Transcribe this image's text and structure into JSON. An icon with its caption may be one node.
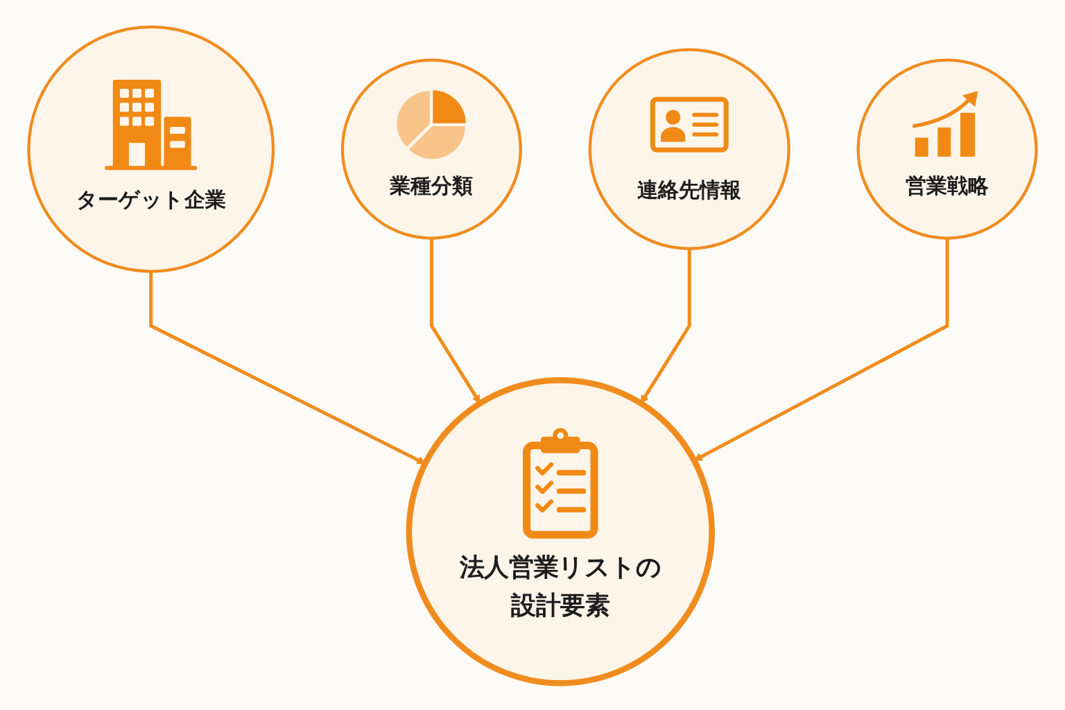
{
  "diagram": {
    "nodes": [
      {
        "text": [
          "ターゲット企業"
        ]
      },
      {
        "text": [
          "業種分類"
        ]
      },
      {
        "text": [
          "法人営業リストの設計要素"
        ]
      },
      {
        "text": [
          "連絡先情報"
        ]
      },
      {
        "text": [
          "営業戦略"
        ]
      }
    ],
    "edges": [
      {
        "from": 0,
        "to": 2,
        "arrow": "to"
      },
      {
        "from": 1,
        "to": 2,
        "arrow": "to"
      },
      {
        "from": 3,
        "to": 2,
        "arrow": "to"
      },
      {
        "from": 4,
        "to": 2,
        "arrow": "to"
      }
    ]
  }
}
